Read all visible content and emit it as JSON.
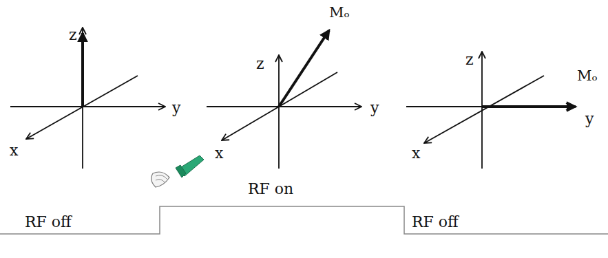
{
  "diagram": {
    "labels": [
      "z",
      "y",
      "x",
      "Mₒ",
      "z",
      "y",
      "x",
      "z",
      "Mₒ",
      "y",
      "x",
      "RF on",
      "RF off",
      "RF off"
    ]
  }
}
